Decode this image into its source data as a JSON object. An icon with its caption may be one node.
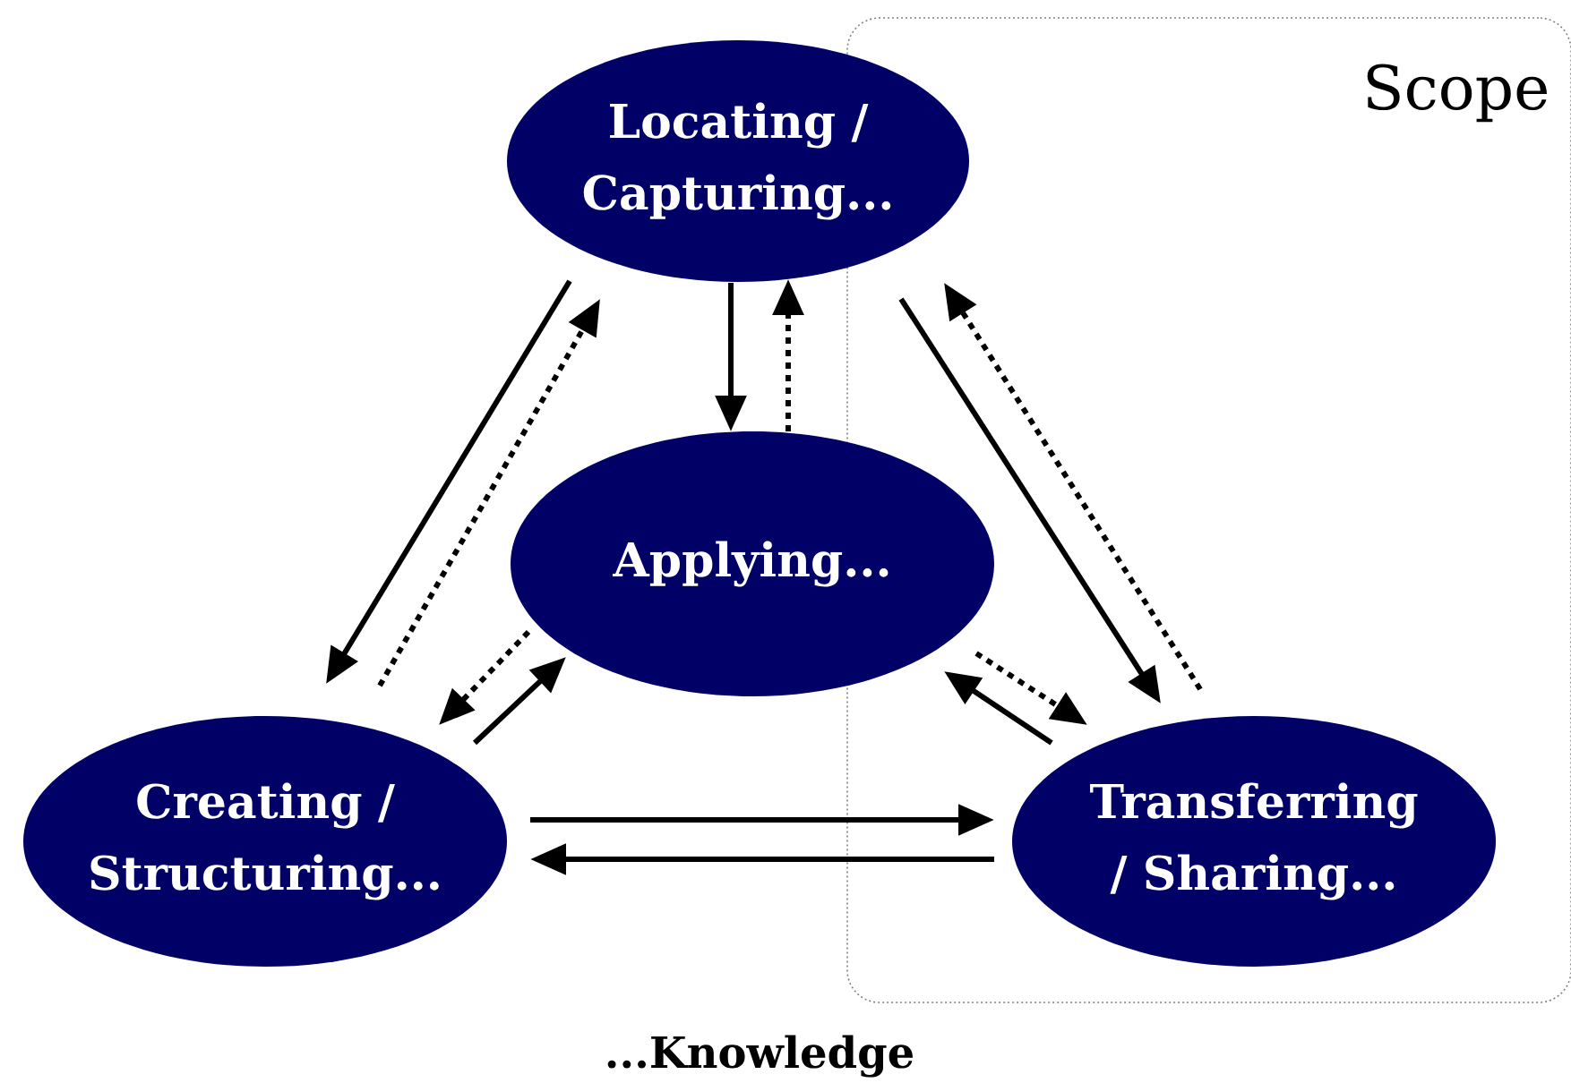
{
  "diagram": {
    "caption": "...Knowledge",
    "nodes": [
      {
        "text": [
          "Scope"
        ]
      },
      {
        "text": [
          "Locating / Capturing..."
        ]
      },
      {
        "text": [
          "Applying..."
        ]
      },
      {
        "text": [
          "Creating / Structuring..."
        ]
      },
      {
        "text": [
          "Transferring / Sharing..."
        ],
        "in": 0
      }
    ],
    "edges": [
      {
        "from": 1,
        "to": 3,
        "arrow": "to"
      },
      {
        "from": 3,
        "to": 1,
        "arrow": "to",
        "style": "dashed"
      },
      {
        "from": 1,
        "to": 2,
        "arrow": "to"
      },
      {
        "from": 2,
        "to": 1,
        "arrow": "to",
        "style": "dashed"
      },
      {
        "from": 3,
        "to": 2,
        "arrow": "to"
      },
      {
        "from": 2,
        "to": 3,
        "arrow": "to",
        "style": "dashed"
      },
      {
        "from": 2,
        "to": 4,
        "arrow": "to",
        "style": "dashed"
      },
      {
        "from": 4,
        "to": 2,
        "arrow": "to"
      },
      {
        "from": 1,
        "to": 4,
        "arrow": "to"
      },
      {
        "from": 4,
        "to": 1,
        "arrow": "to",
        "style": "dashed"
      },
      {
        "from": 3,
        "to": 4,
        "arrow": "to"
      },
      {
        "from": 4,
        "to": 3,
        "arrow": "to"
      }
    ]
  }
}
